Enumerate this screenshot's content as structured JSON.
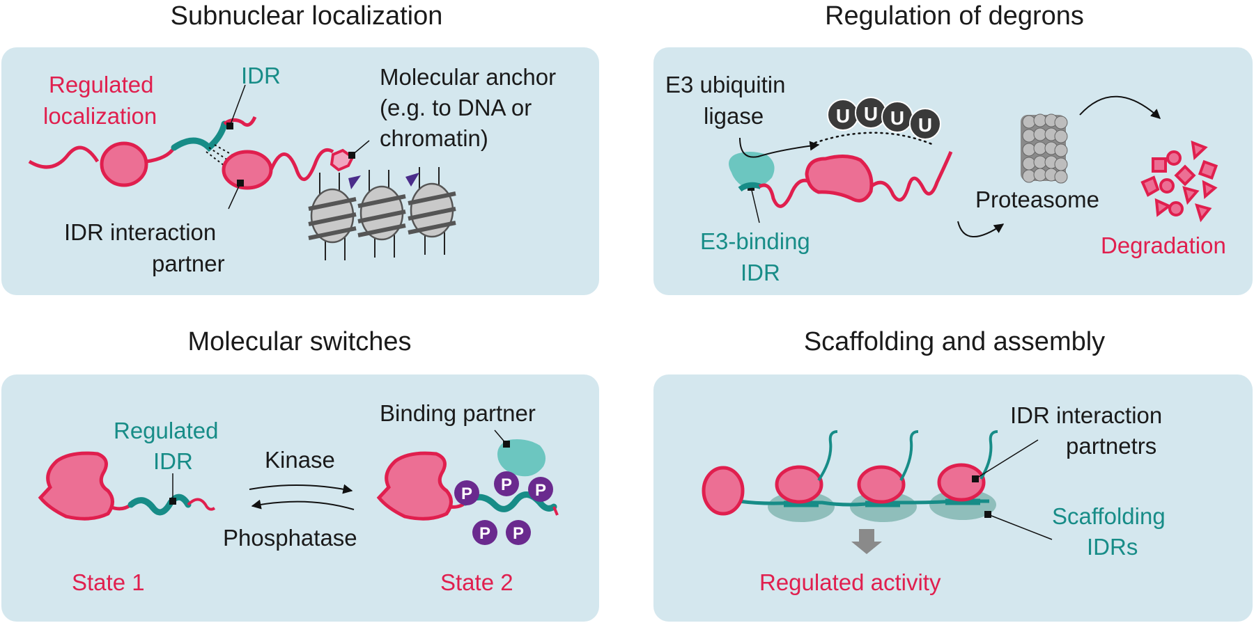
{
  "panels": {
    "subnuclear": {
      "title": "Subnuclear localization",
      "regulated_line1": "Regulated",
      "regulated_line2": "localization",
      "idr": "IDR",
      "anchor_line1": "Molecular anchor",
      "anchor_line2": "(e.g. to DNA or",
      "anchor_line3": "chromatin)",
      "partner_line1": "IDR interaction",
      "partner_line2": "partner"
    },
    "degrons": {
      "title": "Regulation of degrons",
      "e3_line1": "E3 ubiquitin",
      "e3_line2": "ligase",
      "ubiquitin": "U",
      "proteasome": "Proteasome",
      "e3binding_line1": "E3-binding",
      "e3binding_line2": "IDR",
      "degradation": "Degradation"
    },
    "switches": {
      "title": "Molecular switches",
      "regulated_line1": "Regulated",
      "regulated_line2": "IDR",
      "kinase": "Kinase",
      "phosphatase": "Phosphatase",
      "binding_partner": "Binding partner",
      "phospho": "P",
      "state1": "State 1",
      "state2": "State 2"
    },
    "scaffolding": {
      "title": "Scaffolding and assembly",
      "partners_line1": "IDR interaction",
      "partners_line2": "partnetrs",
      "scaffold_line1": "Scaffolding",
      "scaffold_line2": "IDRs",
      "activity": "Regulated activity"
    }
  },
  "colors": {
    "panel_bg": "#d4e7ee",
    "protein_fill": "#ec6f94",
    "protein_stroke": "#e01f4e",
    "idr_teal": "#178c87",
    "ligase_teal": "#6cc6c0",
    "phospho_purple": "#6a2a8e",
    "label_red": "#e01f4e",
    "label_teal": "#178c87"
  }
}
